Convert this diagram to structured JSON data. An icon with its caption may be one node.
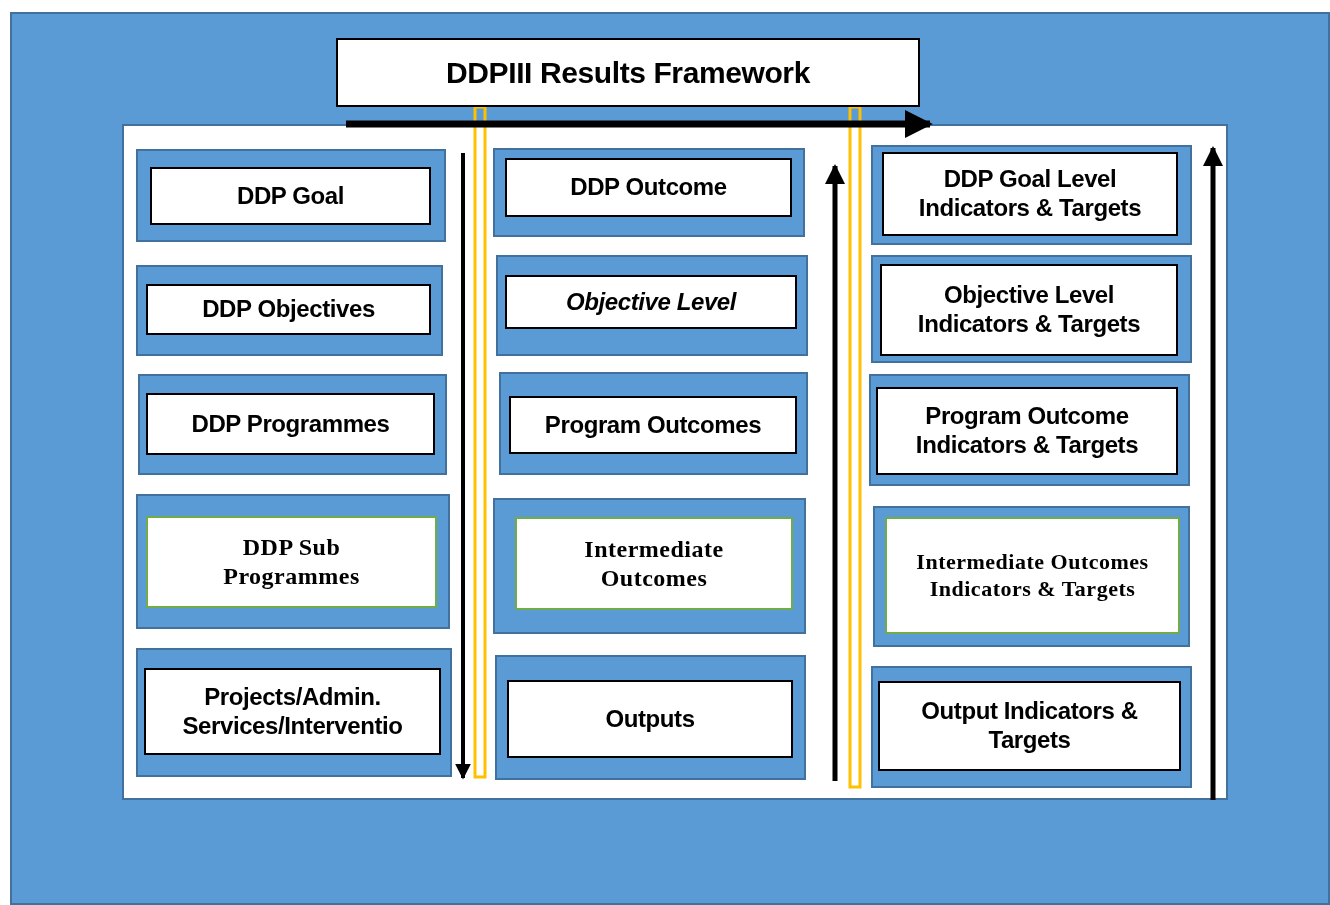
{
  "diagram": {
    "nodes": [
      {
        "text": [
          "DDPIII Results Framework"
        ]
      },
      {
        "text": [
          "DDP Goal"
        ]
      },
      {
        "text": [
          "DDP Objectives"
        ]
      },
      {
        "text": [
          "DDP Programmes"
        ]
      },
      {
        "text": [
          "DDP Sub Programmes"
        ]
      },
      {
        "text": [
          "Projects/Admin. Services/Interventio"
        ]
      },
      {
        "text": [
          "DDP Outcome"
        ]
      },
      {
        "text": [
          "Objective Level"
        ]
      },
      {
        "text": [
          "Program Outcomes"
        ]
      },
      {
        "text": [
          "Intermediate Outcomes"
        ]
      },
      {
        "text": [
          "Outputs"
        ]
      },
      {
        "text": [
          "DDP Goal Level Indicators & Targets"
        ]
      },
      {
        "text": [
          "Objective Level Indicators & Targets"
        ]
      },
      {
        "text": [
          "Program Outcome Indicators & Targets"
        ]
      },
      {
        "text": [
          "Intermediate Outcomes Indicators & Targets"
        ]
      },
      {
        "text": [
          "Output Indicators & Targets"
        ]
      },
      {
        "text": [],
        "shape": "bar"
      },
      {
        "text": [],
        "shape": "bar"
      }
    ]
  }
}
